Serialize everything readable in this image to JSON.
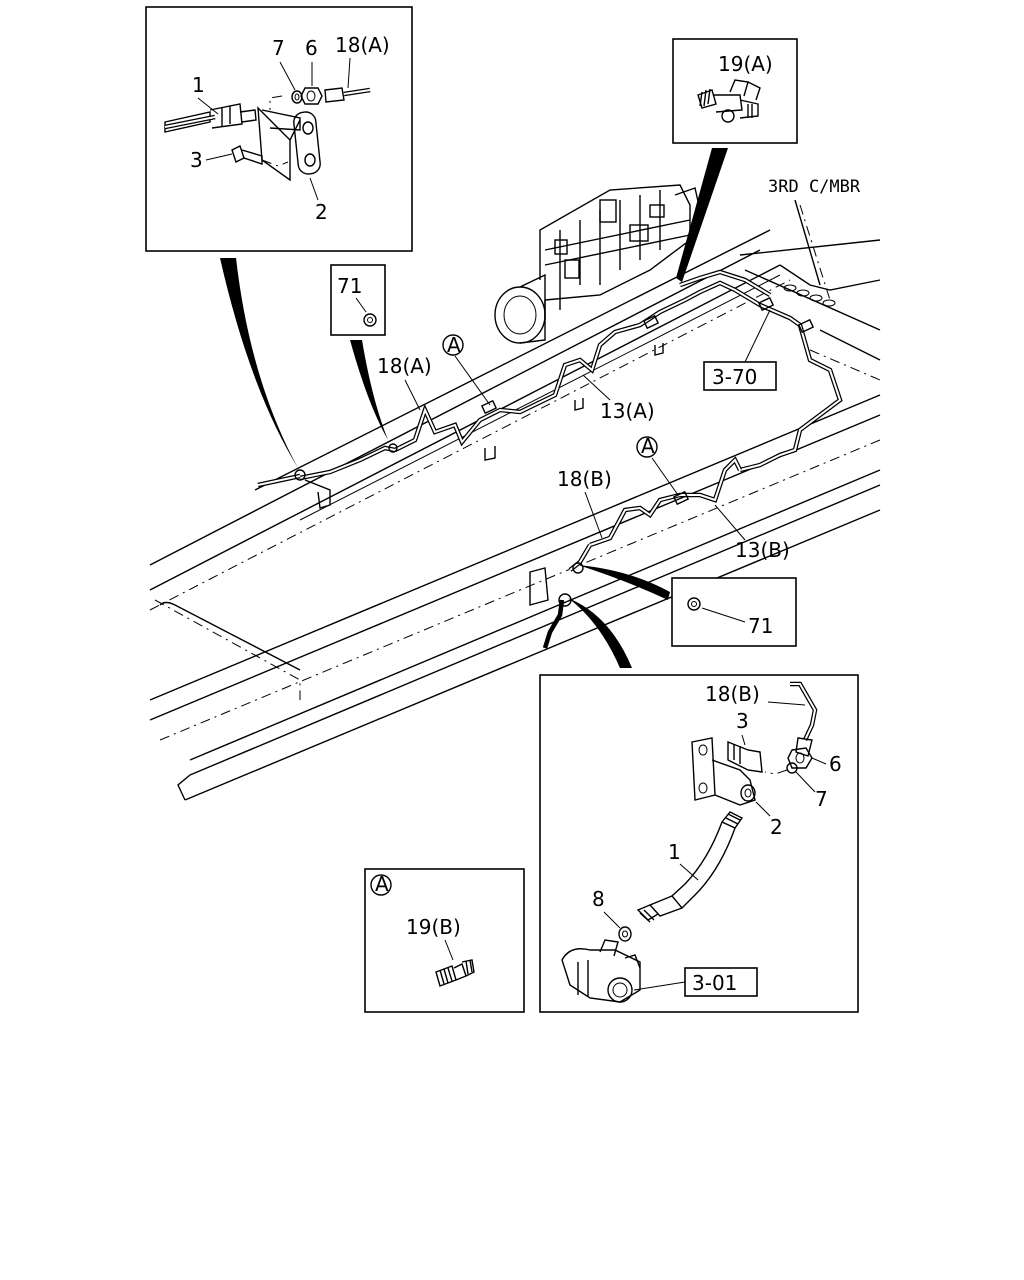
{
  "callouts": {
    "main": {
      "label_18a": "18(A)",
      "label_13a": "13(A)",
      "label_18b": "18(B)",
      "label_13b": "13(B)",
      "ref_3_70": "3-70",
      "mbr_label": "3RD C/MBR",
      "circle_a": "A"
    },
    "inset_top_left": {
      "label_1": "1",
      "label_7": "7",
      "label_6": "6",
      "label_18a": "18(A)",
      "label_3": "3",
      "label_2": "2"
    },
    "inset_19a": {
      "label": "19(A)"
    },
    "inset_71_top": {
      "label": "71"
    },
    "inset_71_right": {
      "label": "71"
    },
    "inset_bottom_right": {
      "label_18b": "18(B)",
      "label_3": "3",
      "label_6": "6",
      "label_7": "7",
      "label_2": "2",
      "label_1": "1",
      "label_8": "8",
      "ref_3_01": "3-01"
    },
    "inset_a": {
      "circle_a": "A",
      "label": "19(B)"
    }
  }
}
